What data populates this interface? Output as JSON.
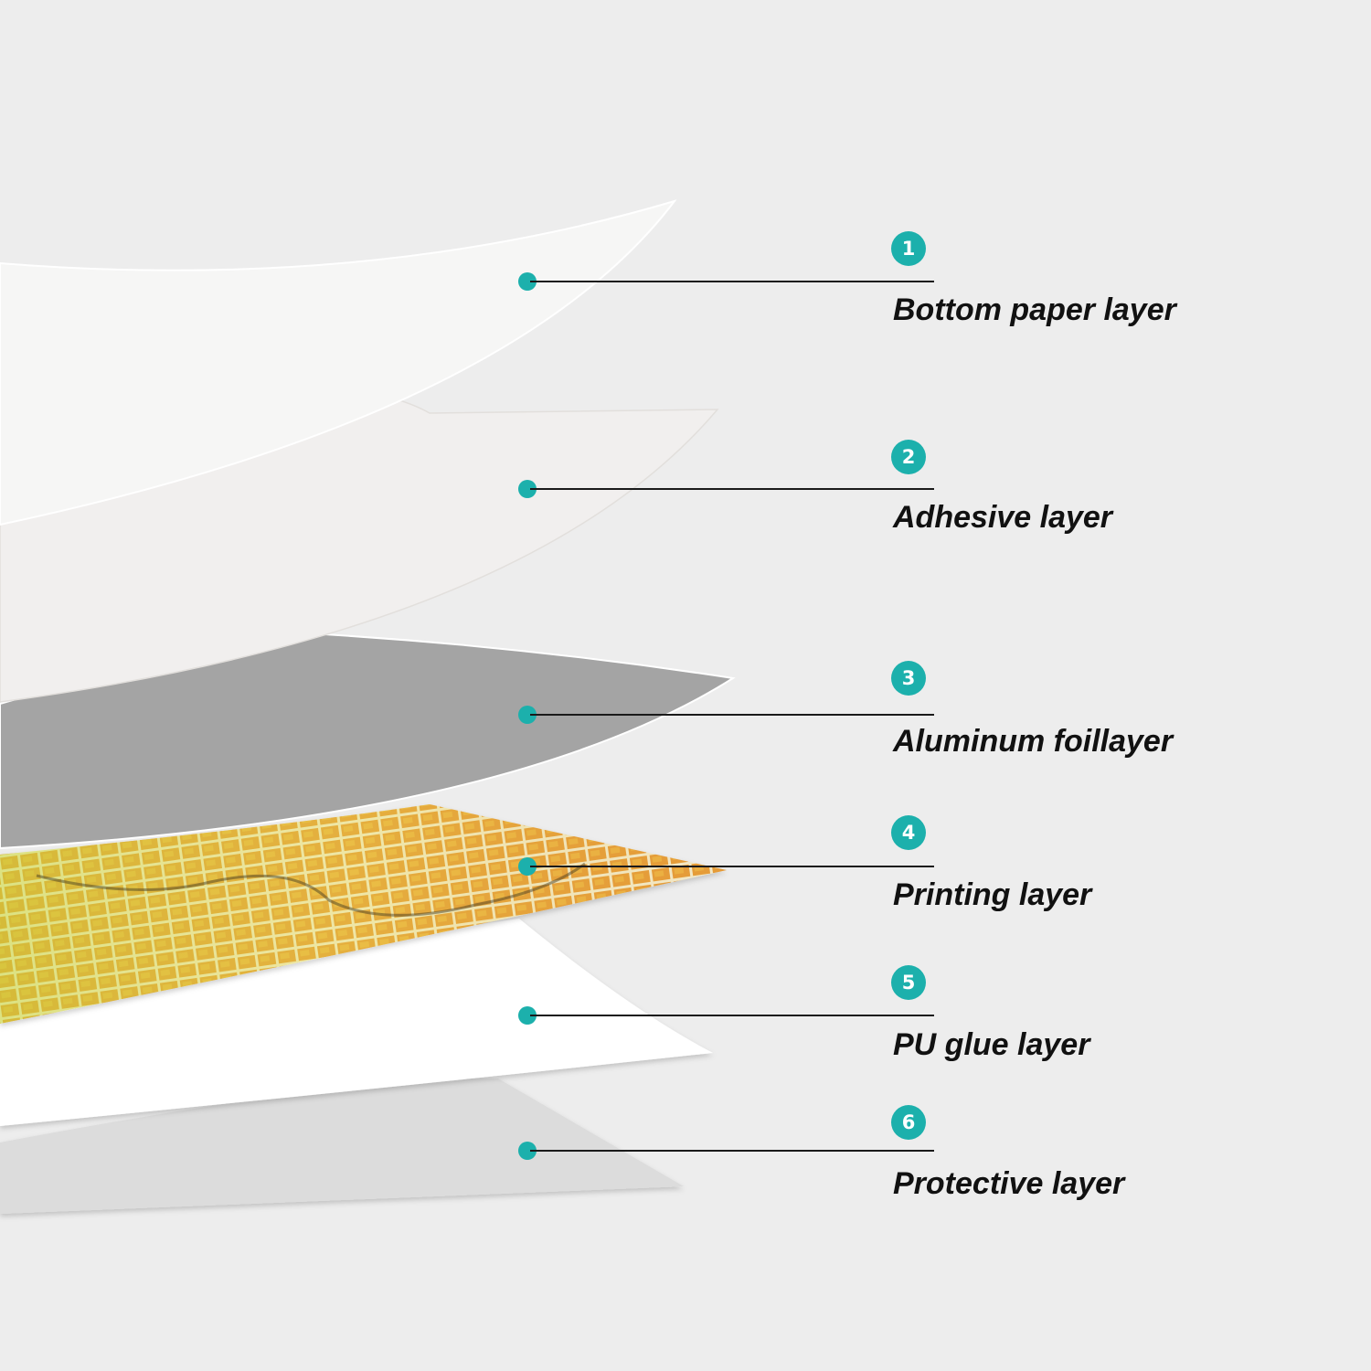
{
  "accent_color": "#1cb0ac",
  "layers": [
    {
      "number": "1",
      "label": "Bottom paper layer"
    },
    {
      "number": "2",
      "label": "Adhesive layer"
    },
    {
      "number": "3",
      "label": "Aluminum foillayer"
    },
    {
      "number": "4",
      "label": "Printing layer"
    },
    {
      "number": "5",
      "label": "PU glue layer"
    },
    {
      "number": "6",
      "label": "Protective layer"
    }
  ],
  "sheet_colors": {
    "bottom_paper": "#f6f6f5",
    "adhesive": "#f1efee",
    "aluminum_foil": "#a4a4a4",
    "printing_tile": "#e8a43a",
    "pu_glue": "#ffffff",
    "protective": "#dcdcdc"
  }
}
